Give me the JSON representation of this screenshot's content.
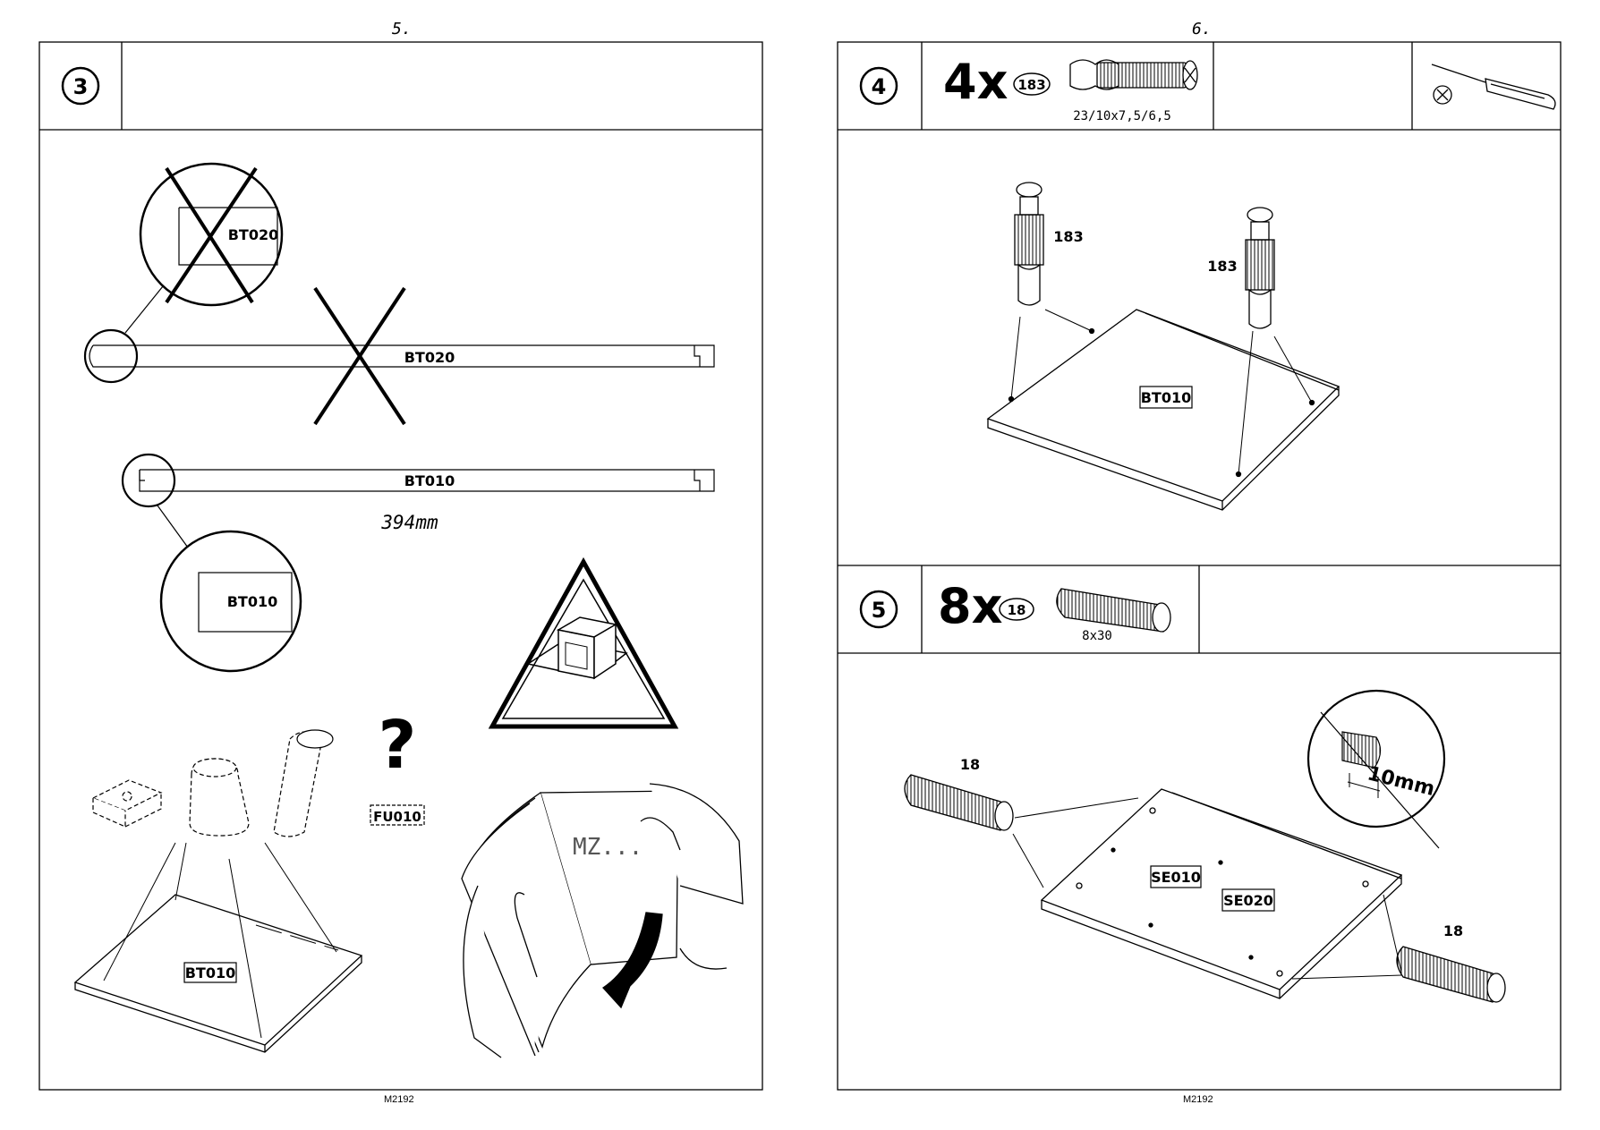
{
  "pages": [
    {
      "number": "5.",
      "footer": "M2192",
      "step": {
        "number": "3",
        "labels": {
          "circle_top": "BT020",
          "bar_top": "BT020",
          "bar_bottom": "BT010",
          "measure": "394mm",
          "circle_bottom": "BT010",
          "hardware": "FU010",
          "panel": "BT010",
          "question_mark": "?",
          "manual_text": "MZ..."
        }
      }
    },
    {
      "number": "6.",
      "footer": "M2192",
      "steps": [
        {
          "number": "4",
          "quantity": "4x",
          "part_id": "183",
          "part_size": "23/10x7,5/6,5",
          "tool": "phillips-screwdriver",
          "callouts": [
            "183",
            "183"
          ],
          "panel": "BT010"
        },
        {
          "number": "5",
          "quantity": "8x",
          "part_id": "18",
          "part_size": "8x30",
          "callouts": [
            "18",
            "18"
          ],
          "detail_measure": "10mm",
          "panels": [
            "SE010",
            "SE020"
          ]
        }
      ]
    }
  ]
}
